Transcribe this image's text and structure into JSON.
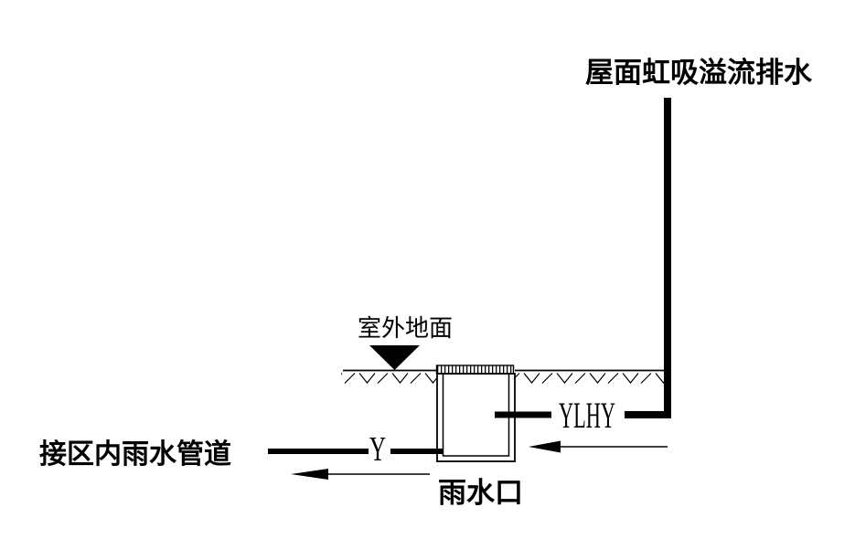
{
  "diagram": {
    "title": "屋面虹吸溢流排水",
    "labels": {
      "outdoor_ground": "室外地面",
      "overflow_pipe_code": "YLHY",
      "rain_pipe_code": "Y",
      "district_pipe_note": "接区内雨水管道",
      "rainwater_inlet": "雨水口"
    },
    "colors": {
      "ink": "#000000",
      "background": "#ffffff"
    }
  }
}
